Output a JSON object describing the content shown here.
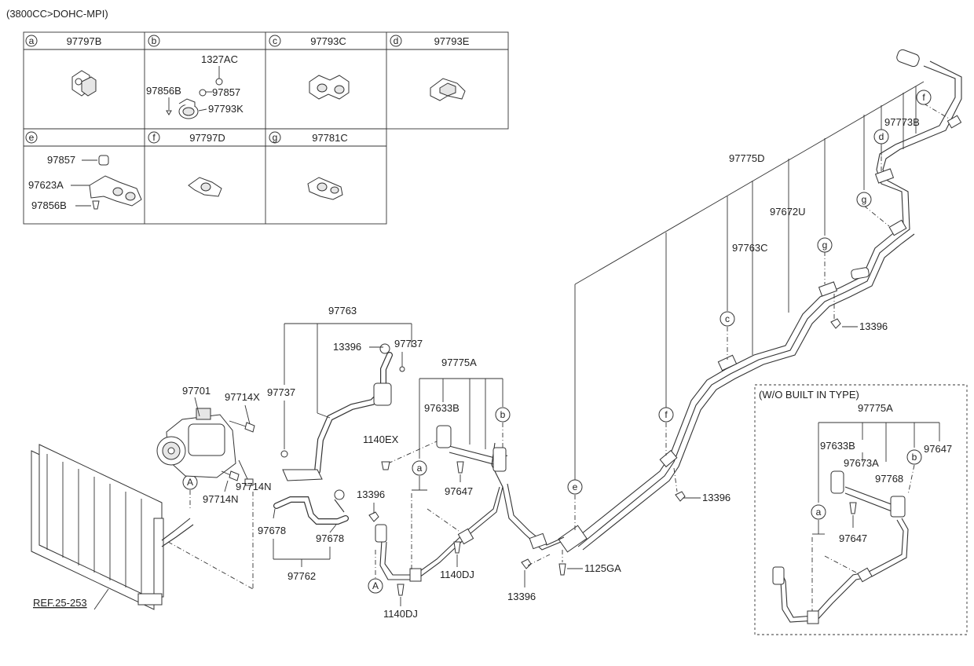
{
  "header": {
    "engine_spec": "(3800CC>DOHC-MPI)"
  },
  "legend_table": {
    "cells": [
      {
        "letter": "a",
        "part": "97797B",
        "labels": []
      },
      {
        "letter": "b",
        "part": "",
        "labels": [
          "1327AC",
          "97856B",
          "97857",
          "97793K"
        ]
      },
      {
        "letter": "c",
        "part": "97793C",
        "labels": []
      },
      {
        "letter": "d",
        "part": "97793E",
        "labels": []
      },
      {
        "letter": "e",
        "part": "",
        "labels": [
          "97857",
          "97623A",
          "97856B"
        ]
      },
      {
        "letter": "f",
        "part": "97797D",
        "labels": []
      },
      {
        "letter": "g",
        "part": "97781C",
        "labels": []
      }
    ]
  },
  "parts": {
    "97775D": "97775D",
    "97773B": "97773B",
    "97672U": "97672U",
    "97763C": "97763C",
    "13396": "13396",
    "97763": "97763",
    "97737": "97737",
    "97775A": "97775A",
    "97633B": "97633B",
    "97701": "97701",
    "97714X": "97714X",
    "97714N": "97714N",
    "1140EX": "1140EX",
    "97647": "97647",
    "97678": "97678",
    "97762": "97762",
    "1140DJ": "1140DJ",
    "1125GA": "1125GA",
    "97673A": "97673A",
    "97768": "97768"
  },
  "ref_label": "REF.25-253",
  "markers": {
    "A": "A",
    "a": "a",
    "b": "b",
    "c": "c",
    "d": "d",
    "e": "e",
    "f": "f",
    "g": "g"
  },
  "inset": {
    "title": "(W/O BUILT IN TYPE)"
  }
}
